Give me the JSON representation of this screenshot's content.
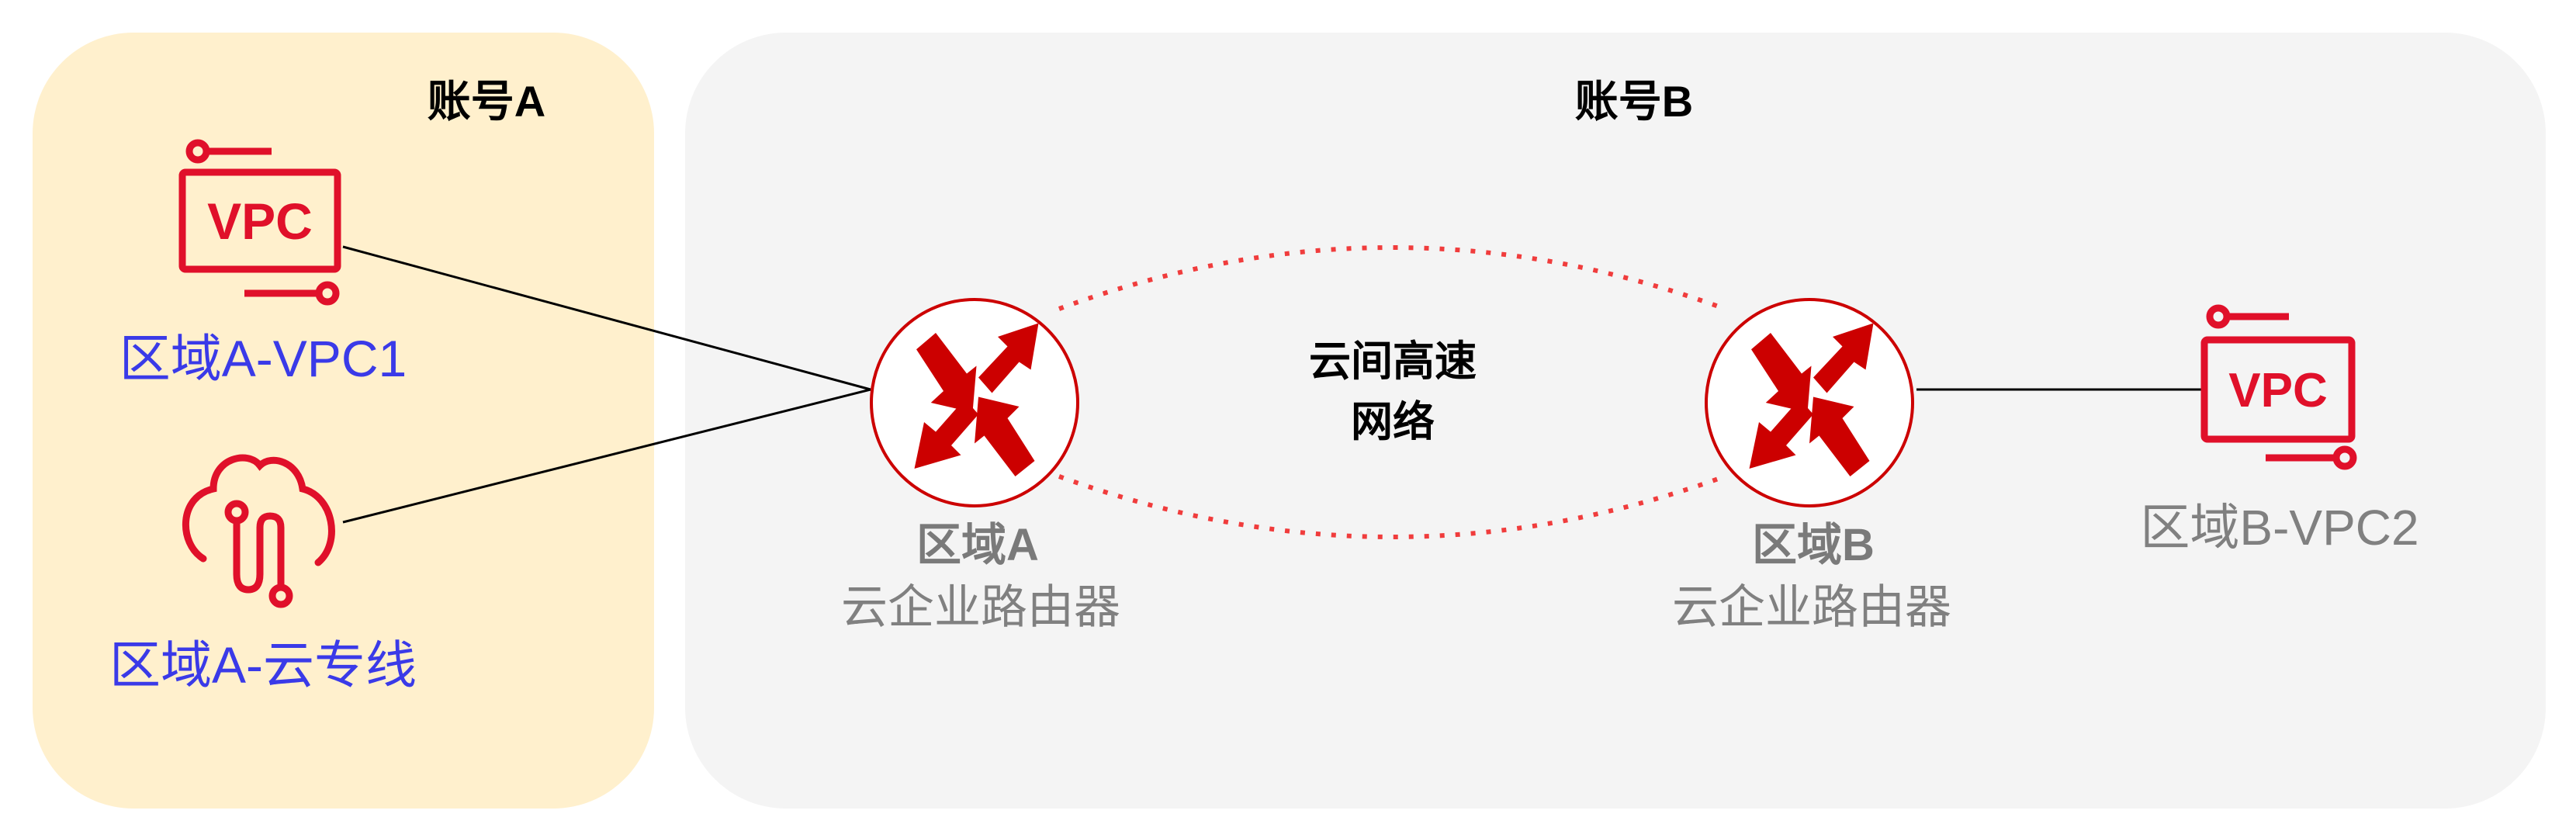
{
  "accounts": {
    "a": {
      "title": "账号A"
    },
    "b": {
      "title": "账号B"
    }
  },
  "nodes": {
    "vpc1": {
      "icon_text": "VPC",
      "label": "区域A-VPC1"
    },
    "direct_connect": {
      "label": "区域A-云专线"
    },
    "router_a": {
      "region": "区域A",
      "label": "云企业路由器"
    },
    "router_b": {
      "region": "区域B",
      "label": "云企业路由器"
    },
    "vpc2": {
      "icon_text": "VPC",
      "label": "区域B-VPC2"
    }
  },
  "link": {
    "line1": "云间高速",
    "line2": "网络"
  },
  "colors": {
    "icon_red": "#e0102a",
    "router_red": "#cc0000",
    "dotted": "#f03c3c",
    "label_blue": "#3a3ae8",
    "label_gray": "#808080",
    "acct_a_bg": "#fff0cd",
    "acct_b_bg": "#f4f4f4"
  }
}
